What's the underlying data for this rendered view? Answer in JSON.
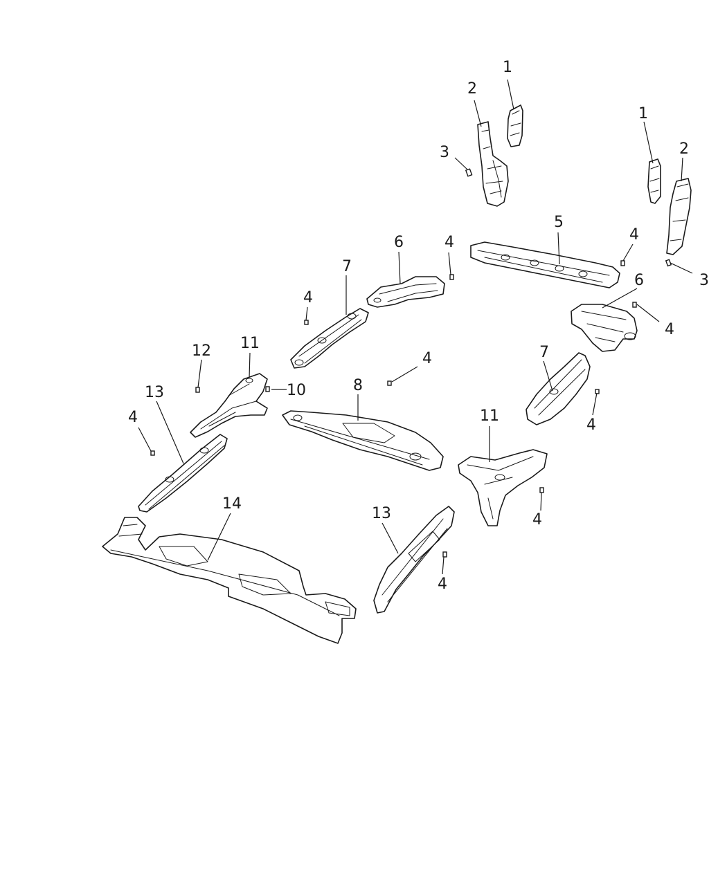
{
  "diagram": {
    "callouts": [
      {
        "id": "c1a",
        "label": "1"
      },
      {
        "id": "c2a",
        "label": "2"
      },
      {
        "id": "c3a",
        "label": "3"
      },
      {
        "id": "c1b",
        "label": "1"
      },
      {
        "id": "c2b",
        "label": "2"
      },
      {
        "id": "c3b",
        "label": "3"
      },
      {
        "id": "c5",
        "label": "5"
      },
      {
        "id": "c4a",
        "label": "4"
      },
      {
        "id": "c6a",
        "label": "6"
      },
      {
        "id": "c4b",
        "label": "4"
      },
      {
        "id": "c7a",
        "label": "7"
      },
      {
        "id": "c4c",
        "label": "4"
      },
      {
        "id": "c6b",
        "label": "6"
      },
      {
        "id": "c4d",
        "label": "4"
      },
      {
        "id": "c4e",
        "label": "4"
      },
      {
        "id": "c12",
        "label": "12"
      },
      {
        "id": "c11a",
        "label": "11"
      },
      {
        "id": "c10",
        "label": "10"
      },
      {
        "id": "c8",
        "label": "8"
      },
      {
        "id": "c7b",
        "label": "7"
      },
      {
        "id": "c13a",
        "label": "13"
      },
      {
        "id": "c4f",
        "label": "4"
      },
      {
        "id": "c4g",
        "label": "4"
      },
      {
        "id": "c11b",
        "label": "11"
      },
      {
        "id": "c4h",
        "label": "4"
      },
      {
        "id": "c14",
        "label": "14"
      },
      {
        "id": "c13b",
        "label": "13"
      },
      {
        "id": "c4i",
        "label": "4"
      }
    ]
  }
}
